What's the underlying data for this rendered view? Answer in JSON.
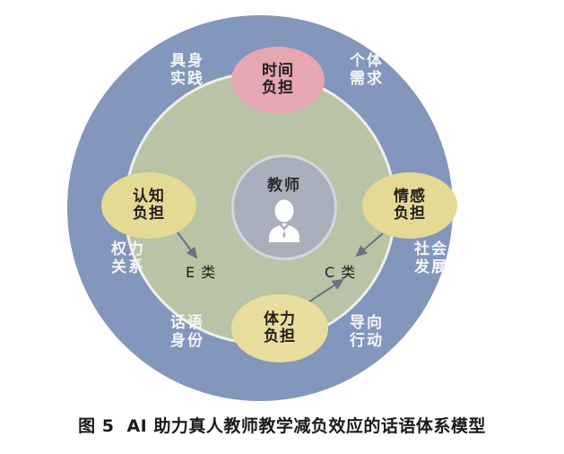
{
  "figure": {
    "caption_number": "图 5",
    "caption_title": "AI 助力真人教师教学减负效应的话语体系模型"
  },
  "colors": {
    "outer_ring": "#8396bb",
    "middle_ring": "#b8c4a5",
    "inner_circle": "#a9afbb",
    "node_time": "#e6a6b2",
    "node_yellow": "#e4da94",
    "ring_label_text": "#f3f5f8",
    "node_text": "#231f20",
    "arrow": "#6b7280",
    "background": "#ffffff"
  },
  "center": {
    "label": "教师",
    "avatar_icon": "person-avatar-icon"
  },
  "nodes": [
    {
      "id": "time",
      "line1": "时间",
      "line2": "负担",
      "color": "#e6a6b2",
      "position": "top"
    },
    {
      "id": "cognitive",
      "line1": "认知",
      "line2": "负担",
      "color": "#e4da94",
      "position": "left"
    },
    {
      "id": "emotional",
      "line1": "情感",
      "line2": "负担",
      "color": "#e4da94",
      "position": "right"
    },
    {
      "id": "physical",
      "line1": "体力",
      "line2": "负担",
      "color": "#e8dd9c",
      "position": "bottom"
    }
  ],
  "ring_labels": [
    {
      "id": "embodied",
      "line1": "具身",
      "line2": "实践",
      "position": "top-left"
    },
    {
      "id": "individual",
      "line1": "个体",
      "line2": "需求",
      "position": "top-right"
    },
    {
      "id": "power",
      "line1": "权力",
      "line2": "关系",
      "position": "mid-left"
    },
    {
      "id": "social",
      "line1": "社会",
      "line2": "发展",
      "position": "mid-right"
    },
    {
      "id": "discourse",
      "line1": "话语",
      "line2": "身份",
      "position": "bottom-left"
    },
    {
      "id": "action",
      "line1": "导向",
      "line2": "行动",
      "position": "bottom-right"
    }
  ],
  "class_labels": [
    {
      "id": "e",
      "text": "E 类",
      "from": "cognitive"
    },
    {
      "id": "c",
      "text": "C 类",
      "from": "emotional, physical"
    }
  ],
  "arrows": [
    {
      "id": "cognitive-to-e",
      "from": "认知负担",
      "to": "E 类"
    },
    {
      "id": "emotional-to-c",
      "from": "情感负担",
      "to": "C 类"
    },
    {
      "id": "physical-to-c",
      "from": "体力负担",
      "to": "C 类"
    }
  ]
}
